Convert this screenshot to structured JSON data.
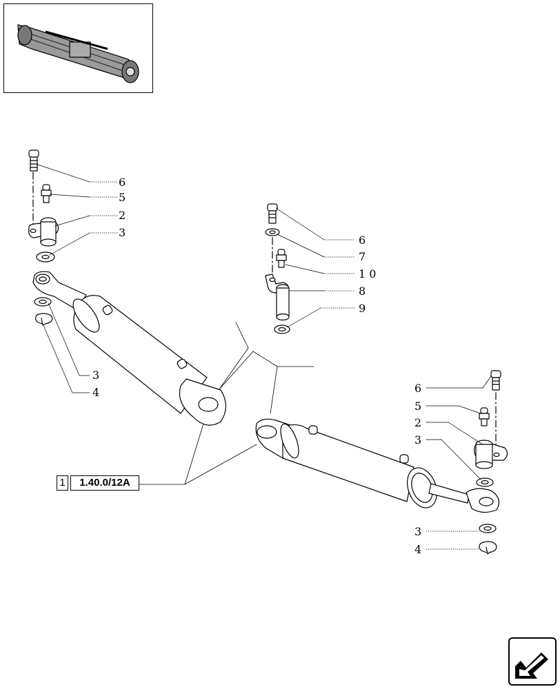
{
  "reference": {
    "index": "1",
    "code": "1.40.0/12A"
  },
  "callouts": {
    "left_cylinder": [
      "6",
      "5",
      "2",
      "3",
      "3",
      "4"
    ],
    "center_pin": [
      "6",
      "7",
      "1 0",
      "8",
      "9"
    ],
    "right_cylinder": [
      "6",
      "5",
      "2",
      "3",
      "3",
      "4"
    ]
  },
  "icons": {
    "thumbnail": "axle-thumbnail-icon",
    "navigation": "next-arrow-icon"
  }
}
